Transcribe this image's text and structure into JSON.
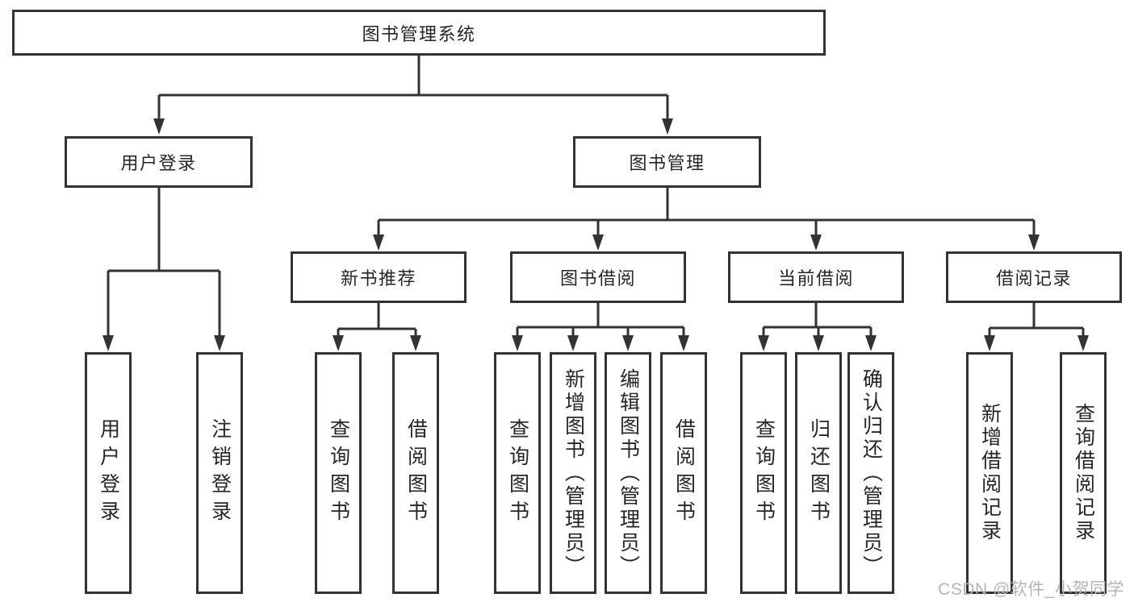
{
  "diagram": {
    "type": "hierarchy-tree",
    "tree": {
      "label": "图书管理系统",
      "children": [
        {
          "label": "用户登录",
          "children": [
            {
              "label": "用户登录"
            },
            {
              "label": "注销登录"
            }
          ]
        },
        {
          "label": "图书管理",
          "children": [
            {
              "label": "新书推荐",
              "children": [
                {
                  "label": "查询图书"
                },
                {
                  "label": "借阅图书"
                }
              ]
            },
            {
              "label": "图书借阅",
              "children": [
                {
                  "label": "查询图书"
                },
                {
                  "label": "新增图书（管理员）"
                },
                {
                  "label": "编辑图书（管理员）"
                },
                {
                  "label": "借阅图书"
                }
              ]
            },
            {
              "label": "当前借阅",
              "children": [
                {
                  "label": "查询图书"
                },
                {
                  "label": "归还图书"
                },
                {
                  "label": "确认归还（管理员）"
                }
              ]
            },
            {
              "label": "借阅记录",
              "children": [
                {
                  "label": "新增借阅记录"
                },
                {
                  "label": "查询借阅记录"
                }
              ]
            }
          ]
        }
      ]
    }
  },
  "watermark": "CSDN @软件_小贺同学",
  "colors": {
    "line": "#333333",
    "text": "#262626",
    "background": "#ffffff",
    "watermark": "#b5b5b5"
  }
}
